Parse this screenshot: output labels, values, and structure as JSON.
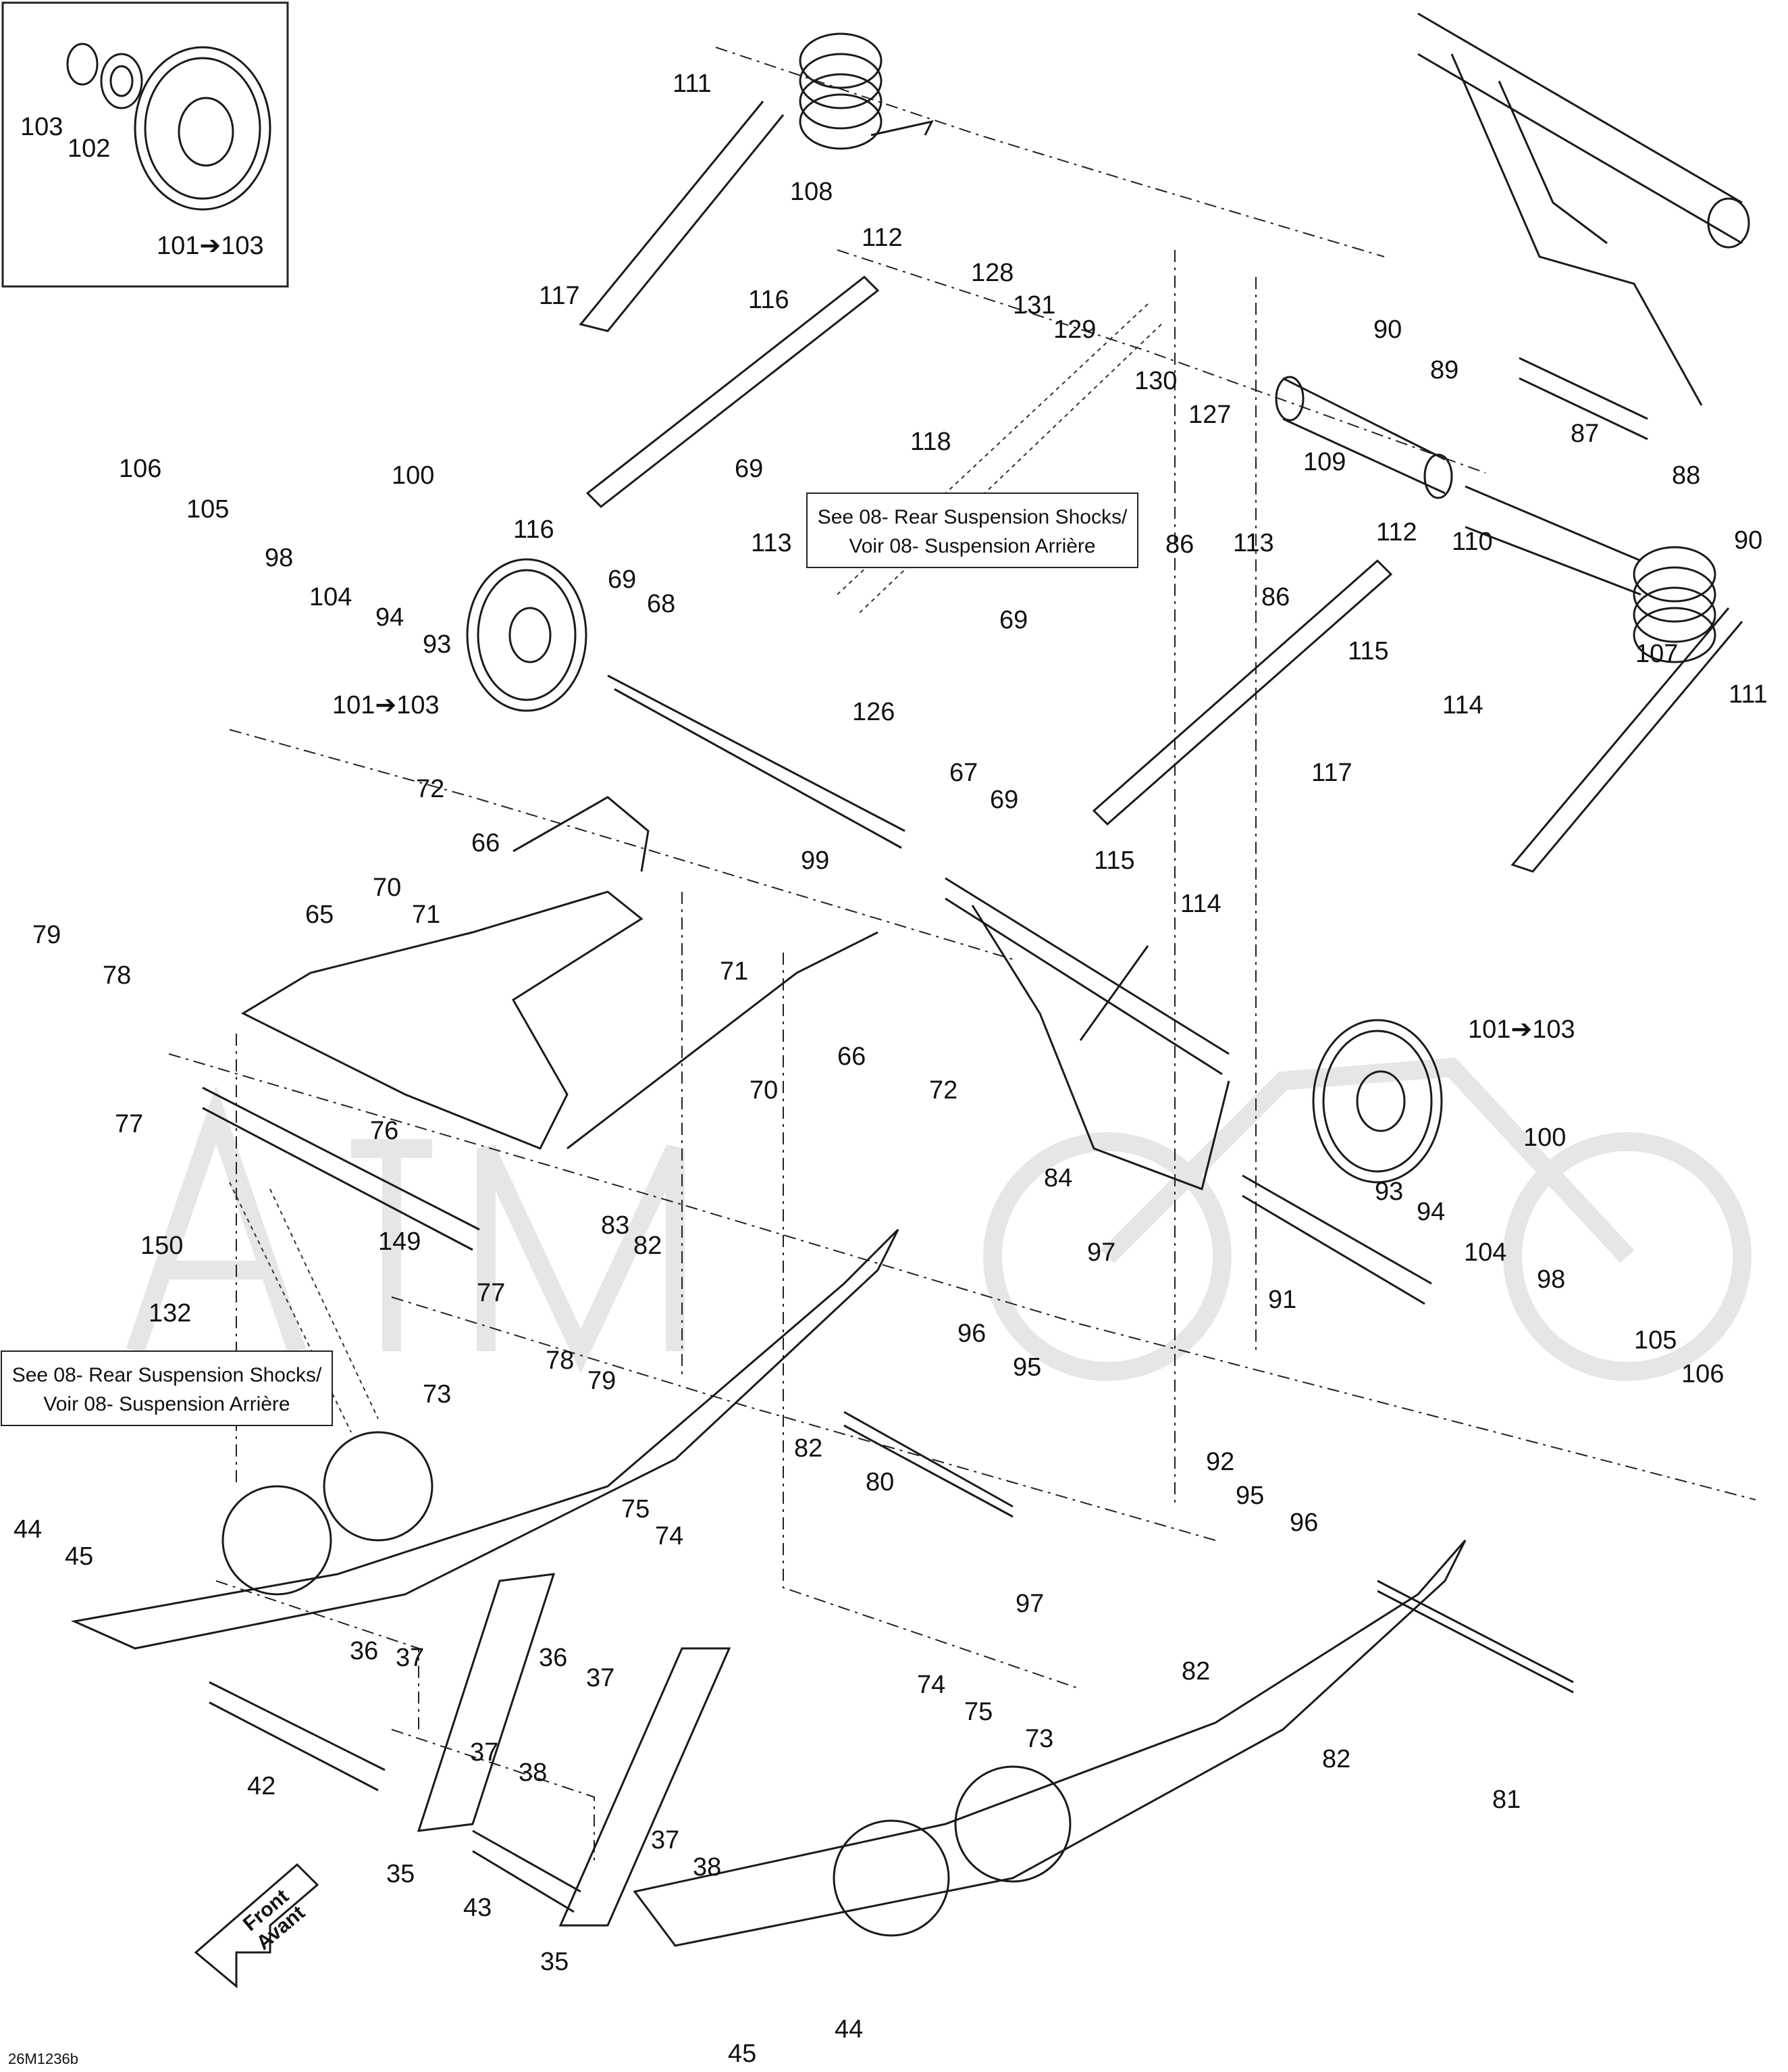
{
  "diagram_code": "26M1236b",
  "notes": [
    "See 08- Rear Suspension Shocks/",
    "Voir 08- Suspension Arrière"
  ],
  "direction": [
    "Front",
    "Avant"
  ],
  "callouts": [
    {
      "id": "c103a",
      "text": "103"
    },
    {
      "id": "c102",
      "text": "102"
    },
    {
      "id": "c101_103_inset",
      "text": "101➔103"
    },
    {
      "id": "c111a",
      "text": "111"
    },
    {
      "id": "c108",
      "text": "108"
    },
    {
      "id": "c117a",
      "text": "117"
    },
    {
      "id": "c112a",
      "text": "112"
    },
    {
      "id": "c116a",
      "text": "116"
    },
    {
      "id": "c128",
      "text": "128"
    },
    {
      "id": "c131",
      "text": "131"
    },
    {
      "id": "c129",
      "text": "129"
    },
    {
      "id": "c130",
      "text": "130"
    },
    {
      "id": "c127",
      "text": "127"
    },
    {
      "id": "c90a",
      "text": "90"
    },
    {
      "id": "c89",
      "text": "89"
    },
    {
      "id": "c109",
      "text": "109"
    },
    {
      "id": "c87",
      "text": "87"
    },
    {
      "id": "c88",
      "text": "88"
    },
    {
      "id": "c90b",
      "text": "90"
    },
    {
      "id": "c110",
      "text": "110"
    },
    {
      "id": "c107",
      "text": "107"
    },
    {
      "id": "c111b",
      "text": "111"
    },
    {
      "id": "c106a",
      "text": "106"
    },
    {
      "id": "c105a",
      "text": "105"
    },
    {
      "id": "c100a",
      "text": "100"
    },
    {
      "id": "c98a",
      "text": "98"
    },
    {
      "id": "c104a",
      "text": "104"
    },
    {
      "id": "c94a",
      "text": "94"
    },
    {
      "id": "c93a",
      "text": "93"
    },
    {
      "id": "c101_103_a",
      "text": "101➔103"
    },
    {
      "id": "c116b",
      "text": "116"
    },
    {
      "id": "c69a",
      "text": "69"
    },
    {
      "id": "c68",
      "text": "68"
    },
    {
      "id": "c69b",
      "text": "69"
    },
    {
      "id": "c113a",
      "text": "113"
    },
    {
      "id": "c118",
      "text": "118"
    },
    {
      "id": "c86a",
      "text": "86"
    },
    {
      "id": "c113b",
      "text": "113"
    },
    {
      "id": "c86b",
      "text": "86"
    },
    {
      "id": "c112b",
      "text": "112"
    },
    {
      "id": "c115a",
      "text": "115"
    },
    {
      "id": "c114a",
      "text": "114"
    },
    {
      "id": "c126",
      "text": "126"
    },
    {
      "id": "c69c",
      "text": "69"
    },
    {
      "id": "c67",
      "text": "67"
    },
    {
      "id": "c69d",
      "text": "69"
    },
    {
      "id": "c117b",
      "text": "117"
    },
    {
      "id": "c115b",
      "text": "115"
    },
    {
      "id": "c114b",
      "text": "114"
    },
    {
      "id": "c72a",
      "text": "72"
    },
    {
      "id": "c66a",
      "text": "66"
    },
    {
      "id": "c70a",
      "text": "70"
    },
    {
      "id": "c71a",
      "text": "71"
    },
    {
      "id": "c99",
      "text": "99"
    },
    {
      "id": "c65",
      "text": "65"
    },
    {
      "id": "c79a",
      "text": "79"
    },
    {
      "id": "c78a",
      "text": "78"
    },
    {
      "id": "c77a",
      "text": "77"
    },
    {
      "id": "c71b",
      "text": "71"
    },
    {
      "id": "c66b",
      "text": "66"
    },
    {
      "id": "c70b",
      "text": "70"
    },
    {
      "id": "c72b",
      "text": "72"
    },
    {
      "id": "c101_103_b",
      "text": "101➔103"
    },
    {
      "id": "c100b",
      "text": "100"
    },
    {
      "id": "c76",
      "text": "76"
    },
    {
      "id": "c84",
      "text": "84"
    },
    {
      "id": "c93b",
      "text": "93"
    },
    {
      "id": "c94b",
      "text": "94"
    },
    {
      "id": "c104b",
      "text": "104"
    },
    {
      "id": "c98b",
      "text": "98"
    },
    {
      "id": "c150",
      "text": "150"
    },
    {
      "id": "c149",
      "text": "149"
    },
    {
      "id": "c83",
      "text": "83"
    },
    {
      "id": "c82a",
      "text": "82"
    },
    {
      "id": "c132",
      "text": "132"
    },
    {
      "id": "c77b",
      "text": "77"
    },
    {
      "id": "c78b",
      "text": "78"
    },
    {
      "id": "c79b",
      "text": "79"
    },
    {
      "id": "c97a",
      "text": "97"
    },
    {
      "id": "c91",
      "text": "91"
    },
    {
      "id": "c105b",
      "text": "105"
    },
    {
      "id": "c106b",
      "text": "106"
    },
    {
      "id": "c73a",
      "text": "73"
    },
    {
      "id": "c96a",
      "text": "96"
    },
    {
      "id": "c95a",
      "text": "95"
    },
    {
      "id": "c82b",
      "text": "82"
    },
    {
      "id": "c80",
      "text": "80"
    },
    {
      "id": "c92",
      "text": "92"
    },
    {
      "id": "c95b",
      "text": "95"
    },
    {
      "id": "c96b",
      "text": "96"
    },
    {
      "id": "c75a",
      "text": "75"
    },
    {
      "id": "c74a",
      "text": "74"
    },
    {
      "id": "c44a",
      "text": "44"
    },
    {
      "id": "c45a",
      "text": "45"
    },
    {
      "id": "c97b",
      "text": "97"
    },
    {
      "id": "c82c",
      "text": "82"
    },
    {
      "id": "c36a",
      "text": "36"
    },
    {
      "id": "c37a",
      "text": "37"
    },
    {
      "id": "c36b",
      "text": "36"
    },
    {
      "id": "c37b",
      "text": "37"
    },
    {
      "id": "c74b",
      "text": "74"
    },
    {
      "id": "c75b",
      "text": "75"
    },
    {
      "id": "c73b",
      "text": "73"
    },
    {
      "id": "c82d",
      "text": "82"
    },
    {
      "id": "c42",
      "text": "42"
    },
    {
      "id": "c37c",
      "text": "37"
    },
    {
      "id": "c38a",
      "text": "38"
    },
    {
      "id": "c35a",
      "text": "35"
    },
    {
      "id": "c81",
      "text": "81"
    },
    {
      "id": "c37d",
      "text": "37"
    },
    {
      "id": "c38b",
      "text": "38"
    },
    {
      "id": "c43",
      "text": "43"
    },
    {
      "id": "c35b",
      "text": "35"
    },
    {
      "id": "c44b",
      "text": "44"
    },
    {
      "id": "c45b",
      "text": "45"
    }
  ]
}
